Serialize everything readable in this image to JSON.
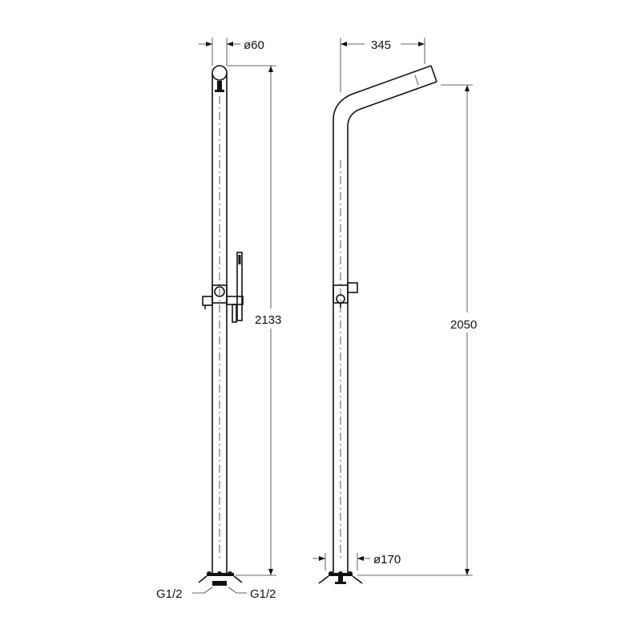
{
  "drawing": {
    "front_view": {
      "diameter_label": "ø60",
      "height_label": "2133",
      "inlet_left_label": "G1/2",
      "inlet_right_label": "G1/2"
    },
    "side_view": {
      "reach_label": "345",
      "height_label": "2050",
      "base_diameter_label": "ø170"
    },
    "line_color": "#111111",
    "background": "#ffffff"
  }
}
